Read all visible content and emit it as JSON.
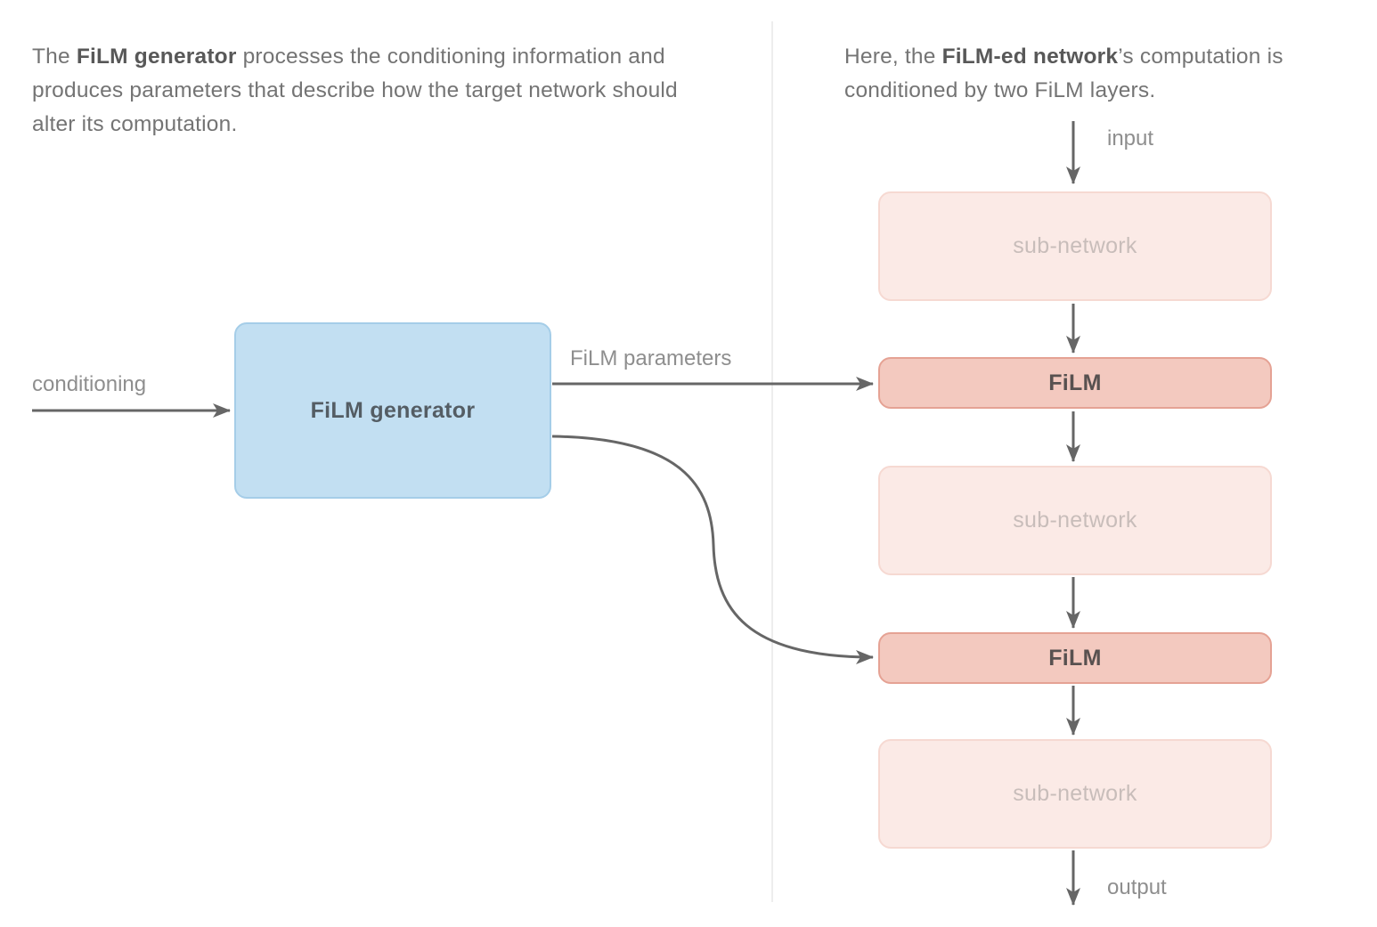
{
  "intro_left": {
    "pre": "The ",
    "bold": "FiLM generator",
    "post": " processes the conditioning information and produces parameters that describe how the target network should alter its computation."
  },
  "intro_right": {
    "pre": "Here, the ",
    "bold": "FiLM-ed network",
    "post": "’s computation is conditioned by two FiLM layers."
  },
  "labels": {
    "conditioning": "conditioning",
    "film_parameters": "FiLM parameters",
    "input": "input",
    "output": "output"
  },
  "generator": {
    "label": "FiLM generator"
  },
  "filmed_network": {
    "nodes": [
      {
        "id": "sub-network-1",
        "type": "sub-network",
        "label": "sub-network"
      },
      {
        "id": "film-1",
        "type": "film",
        "label": "FiLM"
      },
      {
        "id": "sub-network-2",
        "type": "sub-network",
        "label": "sub-network"
      },
      {
        "id": "film-2",
        "type": "film",
        "label": "FiLM"
      },
      {
        "id": "sub-network-3",
        "type": "sub-network",
        "label": "sub-network"
      }
    ]
  },
  "colors": {
    "generator_fill": "#c2dff2",
    "generator_border": "#a5cde8",
    "film_fill": "#f3c9bf",
    "film_border": "#e5a294",
    "subnetwork_fill": "#fbeae6",
    "subnetwork_border": "#f6d9d2",
    "arrow": "#666666",
    "divider": "#ededed",
    "body_text": "#747474",
    "bold_text": "#585858",
    "label_text": "#8e8e8e",
    "subnetwork_text": "#c8bdba"
  }
}
